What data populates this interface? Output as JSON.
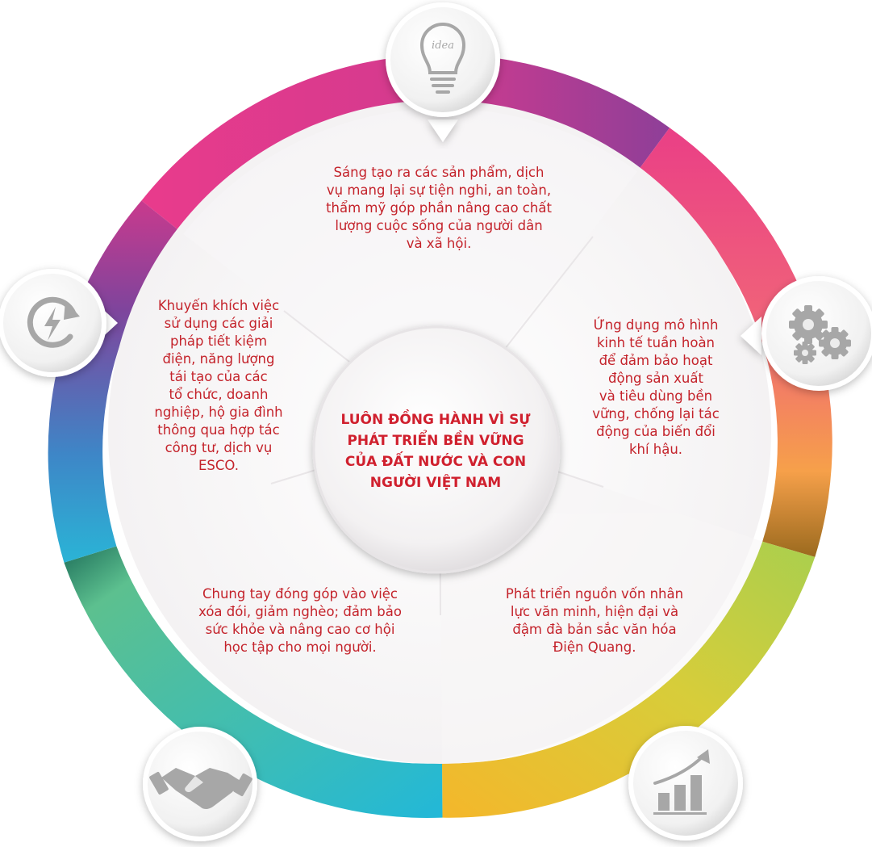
{
  "center": {
    "lines": [
      "LUÔN ĐỒNG HÀNH VÌ SỰ",
      "PHÁT TRIỂN BỀN VỮNG",
      "CỦA ĐẤT NƯỚC VÀ CON",
      "NGƯỜI VIỆT NAM"
    ]
  },
  "segments": {
    "top": {
      "icon": "lightbulb-idea-icon",
      "icon_label": "idea",
      "lines": [
        "Sáng tạo ra các sản phẩm, dịch",
        "vụ mang lại sự tiện nghi, an toàn,",
        "thẩm mỹ góp phần nâng cao chất",
        "lượng cuộc sống của người dân",
        "và xã hội."
      ]
    },
    "right": {
      "icon": "gears-icon",
      "lines": [
        "Ứng dụng mô hình",
        "kinh tế tuần hoàn",
        "để đảm bảo hoạt",
        "động sản xuất",
        "và tiêu dùng bền",
        "vững,  chống lại tác",
        "động của biến đổi",
        "khí hậu."
      ]
    },
    "bottom_right": {
      "icon": "growth-chart-icon",
      "lines": [
        "Phát triển nguồn vốn nhân",
        "lực văn minh, hiện đại và",
        "đậm đà bản sắc văn hóa",
        "Điện Quang."
      ]
    },
    "bottom_left": {
      "icon": "handshake-icon",
      "lines": [
        "Chung tay đóng góp vào  việc",
        "xóa đói, giảm nghèo; đảm bảo",
        "sức khỏe và nâng cao cơ hội",
        "học tập cho mọi người."
      ]
    },
    "left": {
      "icon": "renewable-energy-cycle-icon",
      "lines": [
        "Khuyến khích việc",
        "sử dụng các giải",
        "pháp tiết kiệm",
        "điện, năng lượng",
        "tái tạo của các",
        "tổ chức, doanh",
        "nghiệp, hộ gia đình",
        "thông qua hợp tác",
        "công tư, dịch vụ",
        "ESCO."
      ]
    }
  },
  "colors": {
    "text": "#c4232b",
    "pink": "#e5318a",
    "magenta": "#c33590",
    "purple": "#7e3f9b",
    "orange": "#f38a46",
    "yellow": "#f2c42d",
    "lime": "#b5cd3f",
    "green": "#63c28f",
    "teal": "#27b8d1",
    "blue": "#2c9dd9",
    "icon_grey": "#a7a7a7"
  }
}
